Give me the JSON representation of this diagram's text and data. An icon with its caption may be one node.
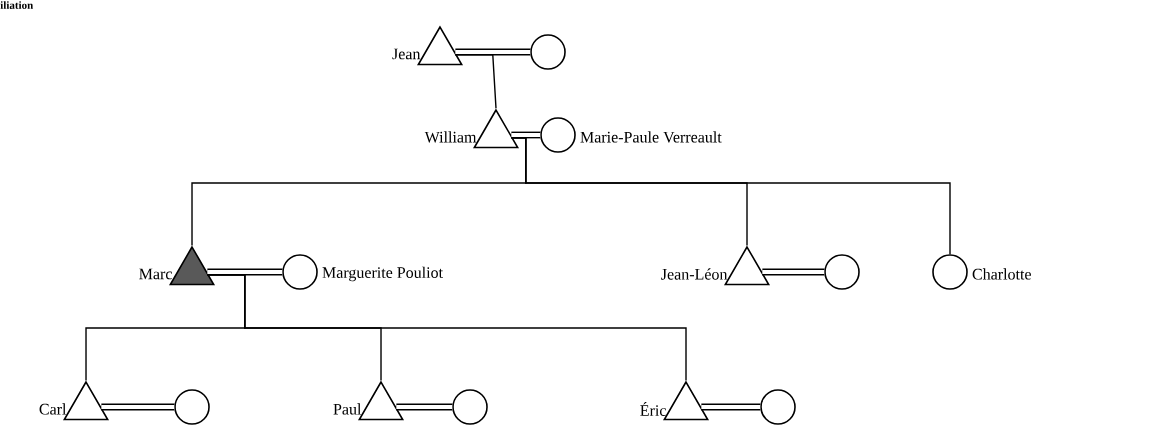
{
  "diagram": {
    "nodes": [
      {
        "text": [],
        "shape": "triangle",
        "beside": [
          "Jean"
        ]
      },
      {
        "text": [],
        "shape": "circle"
      },
      {
        "text": [],
        "shape": "triangle",
        "beside": [
          "William"
        ]
      },
      {
        "text": [],
        "shape": "circle",
        "beside": [
          "Marie-Paule Verreault"
        ]
      },
      {
        "text": [],
        "shape": "filled-triangle",
        "beside": [
          "Marc"
        ]
      },
      {
        "text": [],
        "shape": "circle",
        "beside": [
          "Marguerite Pouliot"
        ]
      },
      {
        "text": [],
        "shape": "triangle",
        "beside": [
          "Jean-Léon"
        ]
      },
      {
        "text": [],
        "shape": "circle"
      },
      {
        "text": [],
        "shape": "circle",
        "beside": [
          "Charlotte"
        ]
      },
      {
        "text": [],
        "shape": "triangle",
        "beside": [
          "Carl"
        ]
      },
      {
        "text": [],
        "shape": "circle"
      },
      {
        "text": [],
        "shape": "triangle",
        "beside": [
          "Paul"
        ]
      },
      {
        "text": [],
        "shape": "circle"
      },
      {
        "text": [],
        "shape": "triangle",
        "beside": [
          "Éric"
        ]
      },
      {
        "text": [],
        "shape": "circle"
      }
    ],
    "edges": [
      {
        "from": 0,
        "to": 1,
        "arrow": "none",
        "style": "thick"
      },
      {
        "from": 2,
        "to": 3,
        "arrow": "none",
        "style": "thick"
      },
      {
        "from": 4,
        "to": 5,
        "arrow": "none",
        "style": "thick"
      },
      {
        "from": 6,
        "to": 7,
        "arrow": "none",
        "style": "thick"
      },
      {
        "from": 9,
        "to": 10,
        "arrow": "none",
        "style": "thick"
      },
      {
        "from": 11,
        "to": 12,
        "arrow": "none",
        "style": "thick"
      },
      {
        "from": 13,
        "to": 14,
        "arrow": "none",
        "style": "thick"
      },
      {
        "from": 0,
        "to": 2,
        "arrow": "none"
      },
      {
        "from": 2,
        "to": 4,
        "arrow": "none"
      },
      {
        "from": 2,
        "to": 6,
        "arrow": "none"
      },
      {
        "from": 2,
        "to": 8,
        "arrow": "none"
      },
      {
        "from": 4,
        "to": 9,
        "arrow": "none"
      },
      {
        "from": 4,
        "to": 11,
        "arrow": "none"
      },
      {
        "from": 4,
        "to": 13,
        "arrow": "none"
      }
    ],
    "labels": [
      "iliation"
    ]
  }
}
